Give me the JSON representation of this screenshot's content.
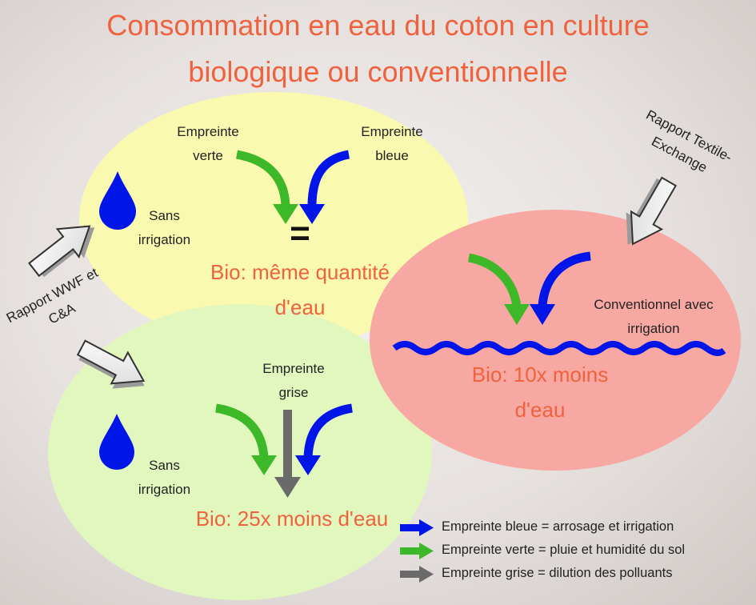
{
  "title": {
    "line1": "Consommation en eau du coton en culture",
    "line2": "biologique ou conventionnelle"
  },
  "sources": {
    "wwf": "Rapport WWF et C&A",
    "textile_exchange": "Rapport Textile-Exchange"
  },
  "circle_yellow": {
    "label_green": "Empreinte verte",
    "label_blue": "Empreinte bleue",
    "equals_symbol": "=",
    "condition": "Sans irrigation",
    "result": "Bio: même quantité d'eau"
  },
  "circle_green": {
    "label_grey": "Empreinte grise",
    "condition": "Sans irrigation",
    "result": "Bio: 25x moins d'eau"
  },
  "circle_red": {
    "condition": "Conventionnel avec irrigation",
    "result": "Bio: 10x moins d'eau"
  },
  "legend": [
    {
      "color": "#0015e8",
      "text": "Empreinte bleue = arrosage et irrigation"
    },
    {
      "color": "#3db828",
      "text": "Empreinte verte = pluie et humidité du sol"
    },
    {
      "color": "#6a6a6a",
      "text": "Empreinte grise = dilution des polluants"
    }
  ],
  "colors": {
    "title": "#f0623e",
    "yellow_circle": "#f9f9b0",
    "green_circle": "#e2f7bd",
    "red_circle": "#f7a8a2",
    "blue": "#0015e8",
    "green": "#3db828",
    "grey": "#6a6a6a"
  },
  "icons": [
    "water-drop-icon",
    "outline-arrow-icon",
    "curved-arrow-icon"
  ]
}
